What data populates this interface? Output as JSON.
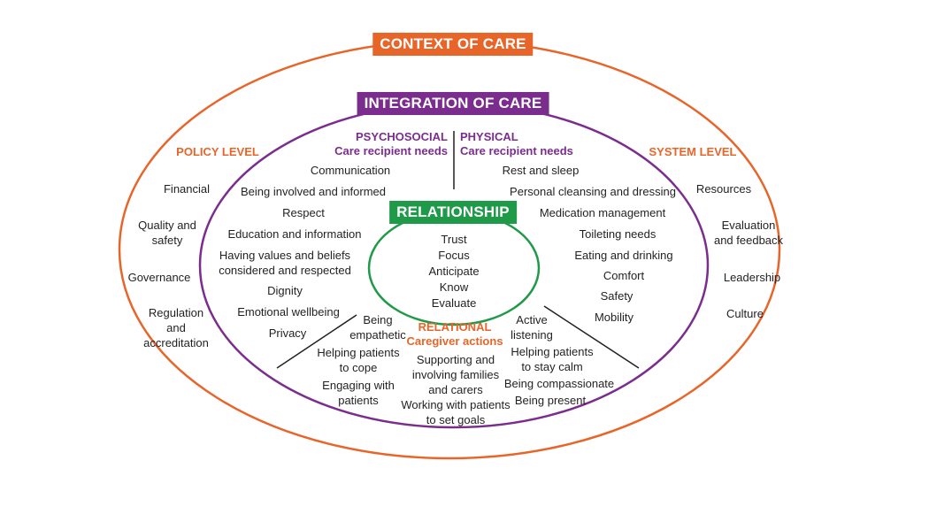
{
  "context_label": "CONTEXT OF CARE",
  "integration_label": "INTEGRATION OF CARE",
  "relationship_label": "RELATIONSHIP",
  "colors": {
    "context": "#e8652a",
    "integration": "#7b2d8e",
    "relationship": "#1f9a48",
    "divider": "#231f20"
  },
  "policy_level": {
    "heading": "POLICY LEVEL",
    "items": [
      "Financial",
      "Quality and\nsafety",
      "Governance",
      "Regulation\nand\naccreditation"
    ]
  },
  "system_level": {
    "heading": "SYSTEM LEVEL",
    "items": [
      "Resources",
      "Evaluation\nand feedback",
      "Leadership",
      "Culture"
    ]
  },
  "psychosocial": {
    "heading": "PSYCHOSOCIAL",
    "subheading": "Care recipient needs",
    "items": [
      "Communication",
      "Being involved and informed",
      "Respect",
      "Education and information",
      "Having values and beliefs\nconsidered and respected",
      "Dignity",
      "Emotional wellbeing",
      "Privacy"
    ]
  },
  "physical": {
    "heading": "PHYSICAL",
    "subheading": "Care recipient needs",
    "items": [
      "Rest and sleep",
      "Personal cleansing and dressing",
      "Medication management",
      "Toileting needs",
      "Eating and drinking",
      "Comfort",
      "Safety",
      "Mobility"
    ]
  },
  "relationship_items": [
    "Trust",
    "Focus",
    "Anticipate",
    "Know",
    "Evaluate"
  ],
  "relational": {
    "heading": "RELATIONAL",
    "subheading": "Caregiver actions",
    "left_items": [
      "Being\nempathetic",
      "Helping patients\nto cope",
      "Engaging with\npatients"
    ],
    "center_items": [
      "Supporting and\ninvolving families\nand carers",
      "Working with patients\nto set goals"
    ],
    "right_items": [
      "Active\nlistening",
      "Helping patients\nto stay calm",
      "Being compassionate",
      "Being present"
    ]
  }
}
